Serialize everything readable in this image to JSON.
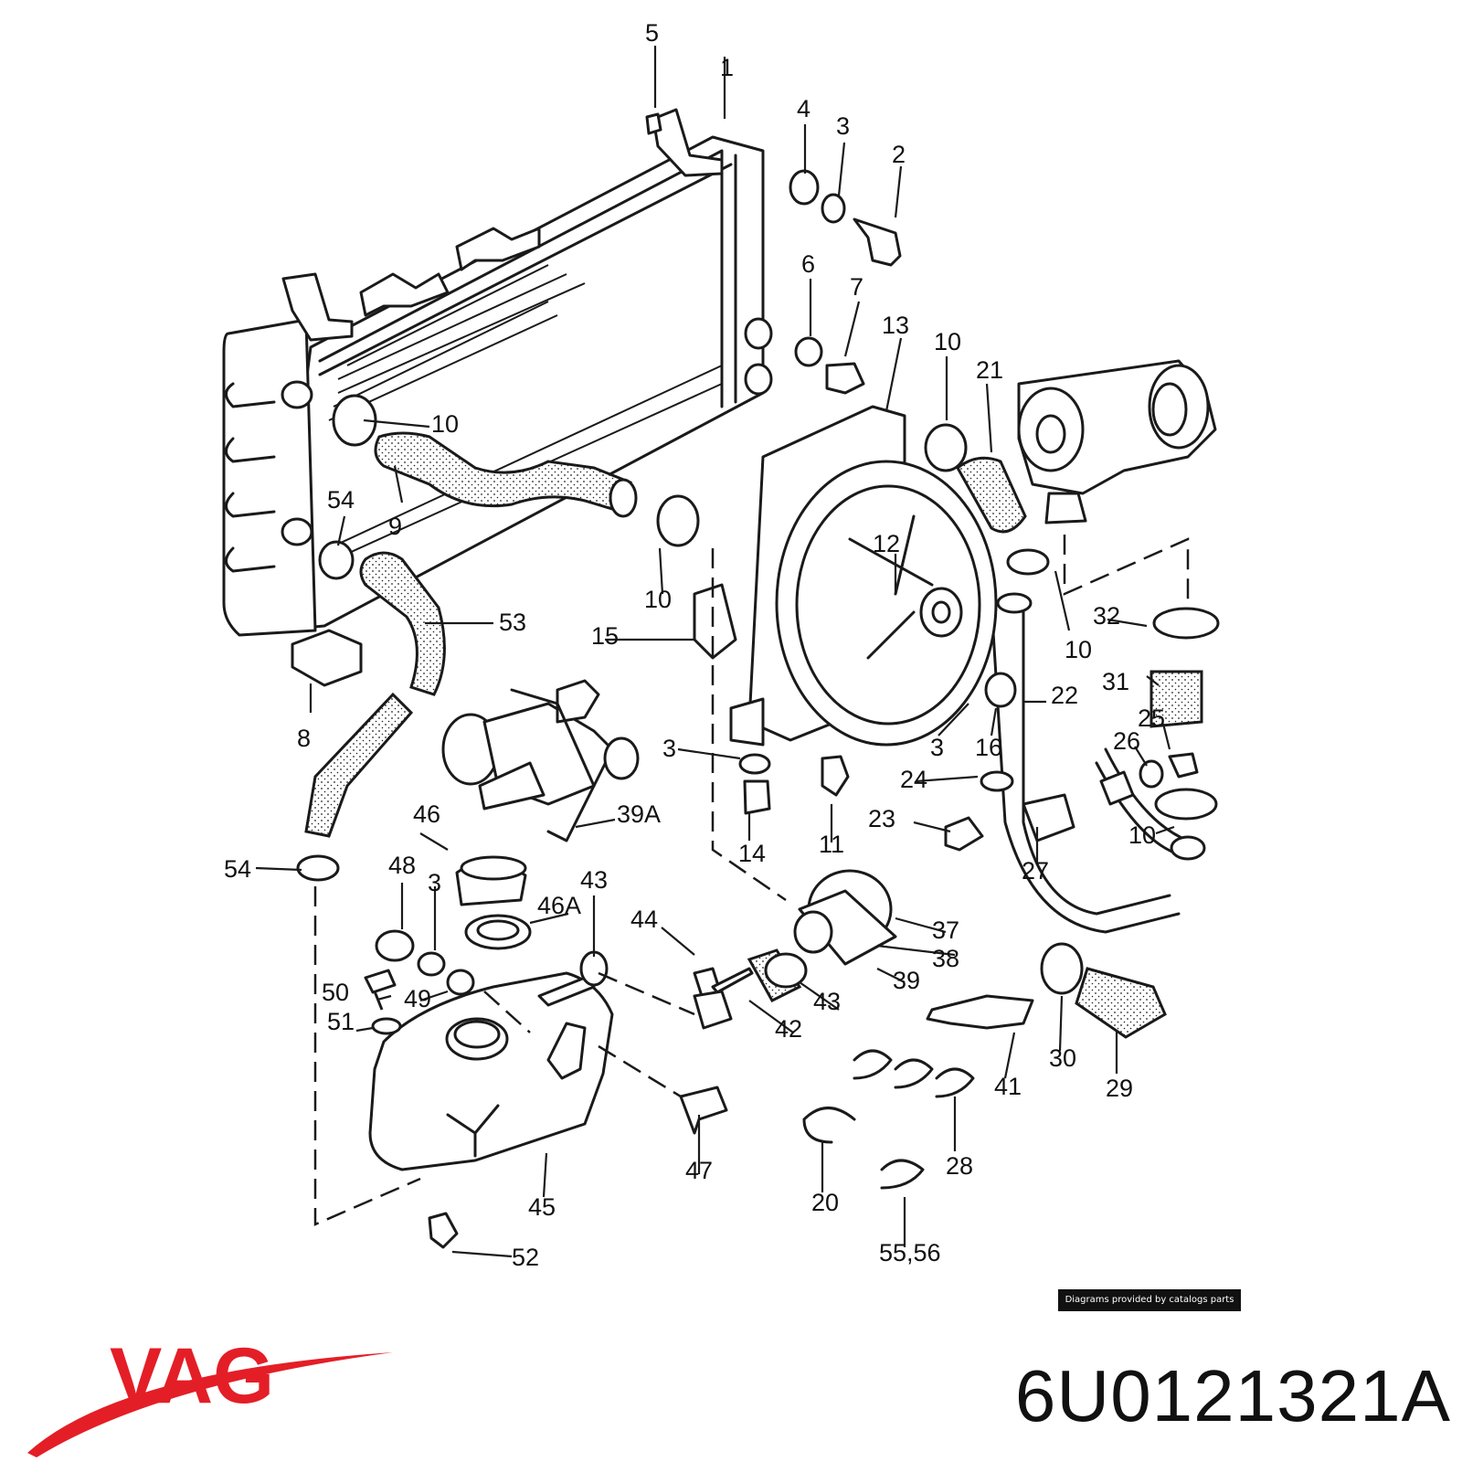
{
  "brand": {
    "name": "VAG",
    "color": "#e41e26"
  },
  "part_number": "6U0121321A",
  "credit": "Diagrams provided by catalogs parts",
  "callouts": [
    {
      "id": "c5",
      "label": "5"
    },
    {
      "id": "c1",
      "label": "1"
    },
    {
      "id": "c4",
      "label": "4"
    },
    {
      "id": "c3a",
      "label": "3"
    },
    {
      "id": "c2",
      "label": "2"
    },
    {
      "id": "c6",
      "label": "6"
    },
    {
      "id": "c7",
      "label": "7"
    },
    {
      "id": "c13",
      "label": "13"
    },
    {
      "id": "c10a",
      "label": "10"
    },
    {
      "id": "c21",
      "label": "21"
    },
    {
      "id": "c10b",
      "label": "10"
    },
    {
      "id": "c9",
      "label": "9"
    },
    {
      "id": "c54a",
      "label": "54"
    },
    {
      "id": "c10c",
      "label": "10"
    },
    {
      "id": "c12",
      "label": "12"
    },
    {
      "id": "c10d",
      "label": "10"
    },
    {
      "id": "c32",
      "label": "32"
    },
    {
      "id": "c53",
      "label": "53"
    },
    {
      "id": "c15",
      "label": "15"
    },
    {
      "id": "c8",
      "label": "8"
    },
    {
      "id": "c31",
      "label": "31"
    },
    {
      "id": "c22",
      "label": "22"
    },
    {
      "id": "c3b",
      "label": "3"
    },
    {
      "id": "c16",
      "label": "16"
    },
    {
      "id": "c25",
      "label": "25"
    },
    {
      "id": "c26",
      "label": "26"
    },
    {
      "id": "c3c",
      "label": "3"
    },
    {
      "id": "c24",
      "label": "24"
    },
    {
      "id": "c39a",
      "label": "39A"
    },
    {
      "id": "c23",
      "label": "23"
    },
    {
      "id": "c14",
      "label": "14"
    },
    {
      "id": "c11",
      "label": "11"
    },
    {
      "id": "c27",
      "label": "27"
    },
    {
      "id": "c10e",
      "label": "10"
    },
    {
      "id": "c46",
      "label": "46"
    },
    {
      "id": "c54b",
      "label": "54"
    },
    {
      "id": "c48",
      "label": "48"
    },
    {
      "id": "c3d",
      "label": "3"
    },
    {
      "id": "c43a",
      "label": "43"
    },
    {
      "id": "c46a",
      "label": "46A"
    },
    {
      "id": "c44",
      "label": "44"
    },
    {
      "id": "c37",
      "label": "37"
    },
    {
      "id": "c38",
      "label": "38"
    },
    {
      "id": "c39",
      "label": "39"
    },
    {
      "id": "c50",
      "label": "50"
    },
    {
      "id": "c49",
      "label": "49"
    },
    {
      "id": "c51",
      "label": "51"
    },
    {
      "id": "c43b",
      "label": "43"
    },
    {
      "id": "c42",
      "label": "42"
    },
    {
      "id": "c41",
      "label": "41"
    },
    {
      "id": "c30",
      "label": "30"
    },
    {
      "id": "c29",
      "label": "29"
    },
    {
      "id": "c47",
      "label": "47"
    },
    {
      "id": "c28",
      "label": "28"
    },
    {
      "id": "c20",
      "label": "20"
    },
    {
      "id": "c45",
      "label": "45"
    },
    {
      "id": "c52",
      "label": "52"
    },
    {
      "id": "c5556",
      "label": "55,56"
    }
  ]
}
